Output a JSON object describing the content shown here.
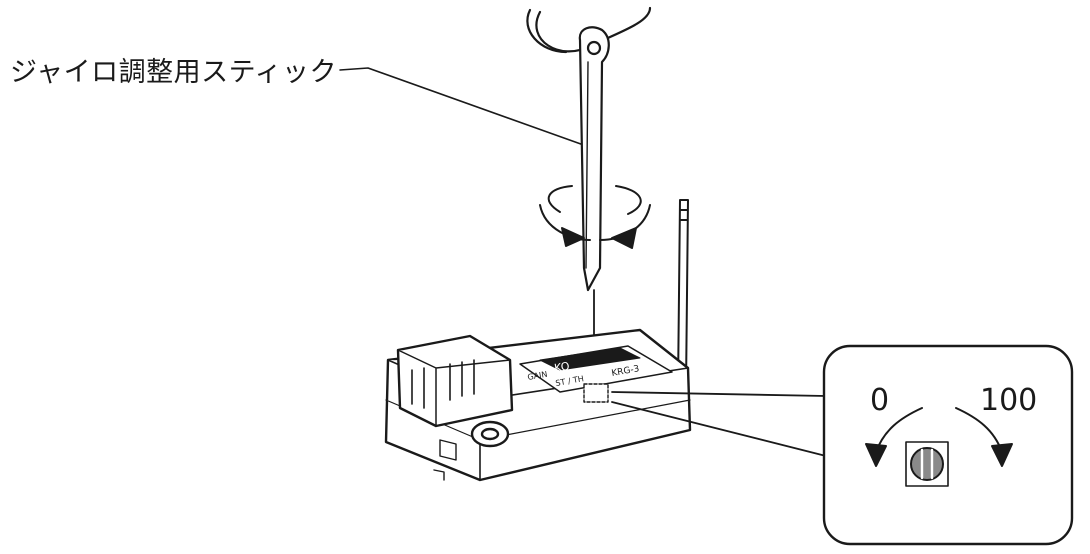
{
  "callout_label": "ジャイロ調整用スティック",
  "dial": {
    "min_label": "0",
    "max_label": "100"
  },
  "receiver": {
    "brand": "KO",
    "model": "KRG-3",
    "labels": [
      "GAIN",
      "ST / TH"
    ]
  }
}
